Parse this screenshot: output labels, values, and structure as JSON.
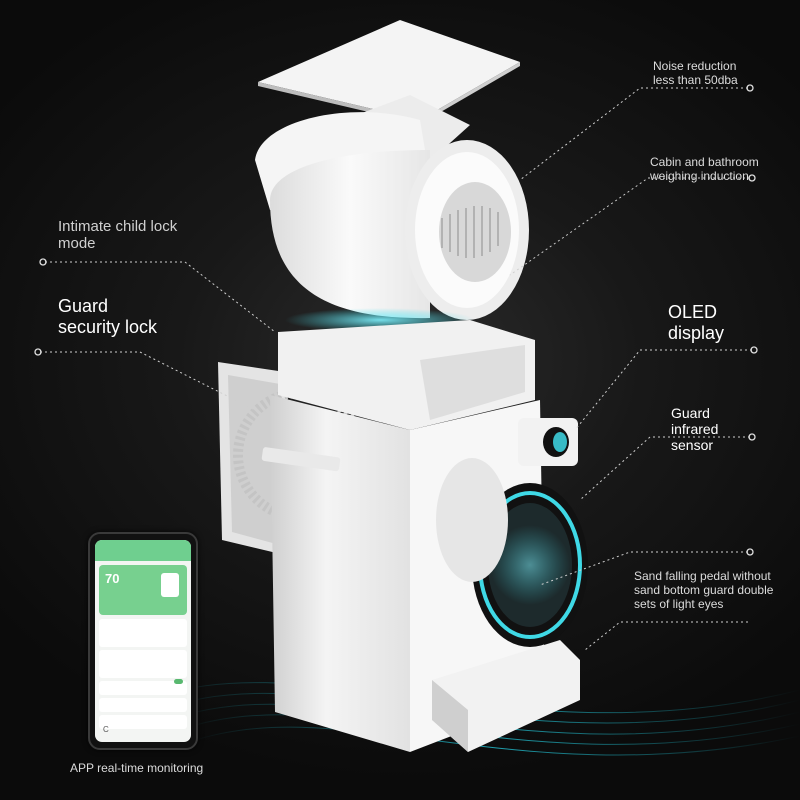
{
  "labels": {
    "noise": "Noise reduction\nless than 50dba",
    "cabin": "Cabin and bathroom\nweighing induction",
    "child_lock": "Intimate child lock\nmode",
    "guard_lock": "Guard\nsecurity lock",
    "oled": "OLED\ndisplay",
    "infrared": "Guard\ninfrared\nsensor",
    "pedal": "Sand falling pedal without\nsand bottom guard double\nsets of light eyes",
    "app": "APP real-time monitoring"
  },
  "phone": {
    "value": "70",
    "letter": "C"
  },
  "colors": {
    "background": "#111111",
    "product_white": "#f2f2f2",
    "accent_cyan": "#3fd9e6",
    "app_green": "#6fcf8f",
    "label_text": "#e6e6e6"
  }
}
